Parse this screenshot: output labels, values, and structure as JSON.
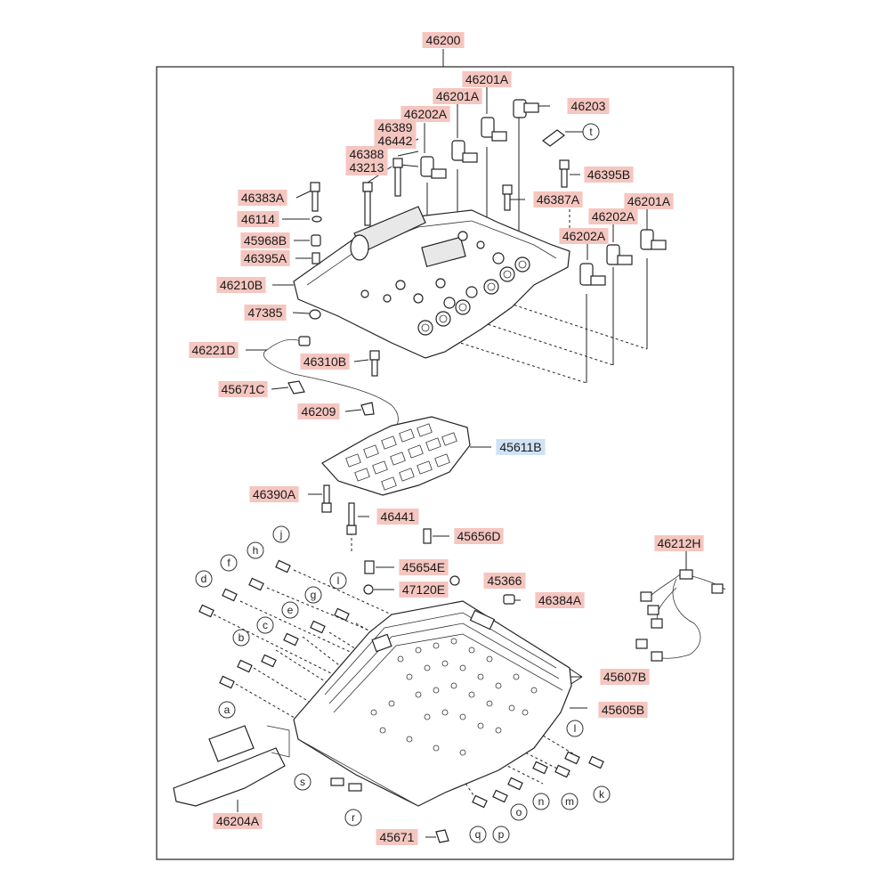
{
  "main_label": "46200",
  "labels": [
    "46200",
    "46201A",
    "46201A",
    "46203",
    "46202A",
    "46389",
    "46442",
    "46388",
    "43213",
    "46395B",
    "46383A",
    "46387A",
    "46201A",
    "46202A",
    "46114",
    "46202A",
    "45968B",
    "46395A",
    "46210B",
    "47385",
    "46221D",
    "46310B",
    "45671C",
    "46209",
    "45611B",
    "46390A",
    "46441",
    "45656D",
    "46212H",
    "45654E",
    "45366",
    "47120E",
    "46384A",
    "45607B",
    "45605B",
    "46204A",
    "45671"
  ],
  "highlight_color": "#f5c6c0",
  "selected_color": "#cfe2f7",
  "selected_label": "45611B",
  "letters": [
    "t",
    "j",
    "h",
    "f",
    "d",
    "l",
    "g",
    "e",
    "c",
    "b",
    "a",
    "l",
    "s",
    "n",
    "m",
    "k",
    "r",
    "o",
    "q",
    "p"
  ]
}
